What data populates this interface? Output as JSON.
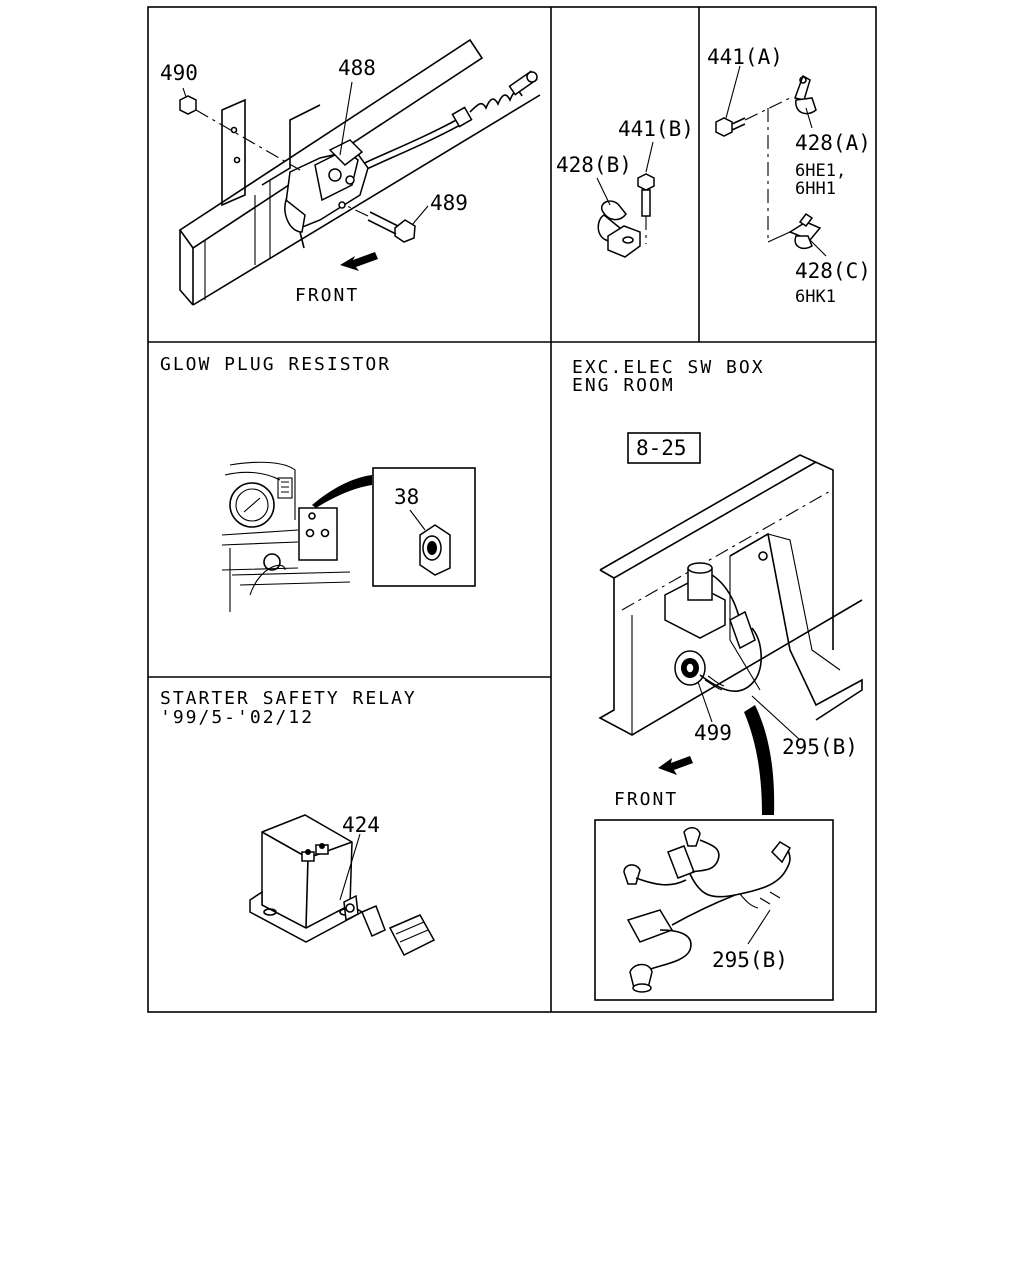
{
  "panels": {
    "top_left": {
      "callouts": {
        "p490": "490",
        "p488": "488",
        "p489": "489"
      },
      "front": "FRONT"
    },
    "top_middle": {
      "callouts": {
        "p441b": "441(B)",
        "p428b": "428(B)"
      }
    },
    "top_right": {
      "callouts": {
        "p441a": "441(A)",
        "p428a": "428(A)",
        "p428c": "428(C)"
      },
      "notes": {
        "n428a_1": "6HE1,",
        "n428a_2": "6HH1",
        "n428c": "6HK1"
      }
    },
    "glow_plug": {
      "title": "GLOW PLUG RESISTOR",
      "callout": "38"
    },
    "starter_relay": {
      "title": "STARTER SAFETY RELAY",
      "subtitle": "'99/5-'02/12",
      "callout": "424"
    },
    "elec_box": {
      "title_line1": "EXC.ELEC SW BOX",
      "title_line2": "ENG ROOM",
      "ref_box": "8-25",
      "callouts": {
        "p499": "499",
        "p295b": "295(B)",
        "p295b_detail": "295(B)"
      },
      "front": "FRONT"
    }
  }
}
